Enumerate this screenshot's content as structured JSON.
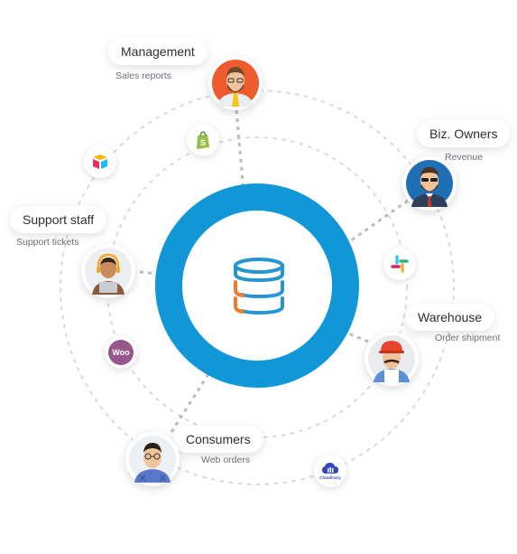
{
  "roles": {
    "management": {
      "label": "Management",
      "sub": "Sales reports"
    },
    "biz_owners": {
      "label": "Biz. Owners",
      "sub": "Revenue"
    },
    "support": {
      "label": "Support staff",
      "sub": "Support tickets"
    },
    "warehouse": {
      "label": "Warehouse",
      "sub": "Order shipment"
    },
    "consumers": {
      "label": "Consumers",
      "sub": "Web orders"
    }
  },
  "apps": {
    "woocommerce": {
      "text": "Woo"
    },
    "cloudinary": {
      "text": "Cloudinary"
    }
  },
  "colors": {
    "ring": "#1196d8",
    "db_blue": "#2596d1",
    "db_orange": "#f07b2a",
    "dash": "#cfd3d8",
    "connector": "#b8bcc2"
  }
}
